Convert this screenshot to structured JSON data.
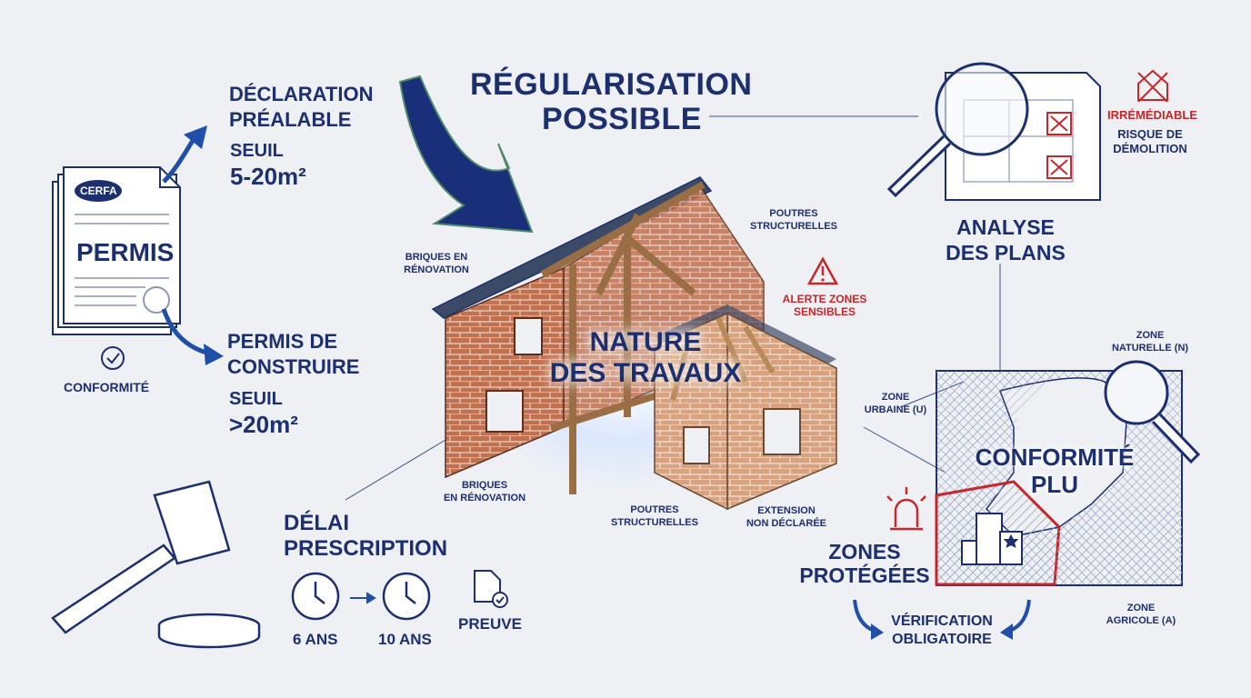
{
  "main_title": [
    "RÉGULARISATION",
    "POSSIBLE"
  ],
  "center": [
    "NATURE",
    "DES TRAVAUX"
  ],
  "left": {
    "cerfa_badge": "CERFA",
    "doc_title": "PERMIS",
    "conformite": "CONFORMITÉ",
    "declaration": [
      "DÉCLARATION",
      "PRÉALABLE"
    ],
    "seuil_dp": [
      "SEUIL",
      "5-20m²"
    ],
    "permis_construire": [
      "PERMIS DE",
      "CONSTRUIRE"
    ],
    "seuil_pc": [
      "SEUIL",
      ">20m²"
    ]
  },
  "house_labels": {
    "briques_top": [
      "BRIQUES EN",
      "RÉNOVATION"
    ],
    "poutres_top": [
      "POUTRES",
      "STRUCTURELLES"
    ],
    "briques_bottom": [
      "BRIQUES",
      "EN RÉNOVATION"
    ],
    "poutres_bottom": [
      "POUTRES",
      "STRUCTURELLES"
    ],
    "extension": [
      "EXTENSION",
      "NON DÉCLARÉE"
    ],
    "alerte": [
      "ALERTE ZONES",
      "SENSIBLES"
    ]
  },
  "bottom_left": {
    "delai": [
      "DÉLAI",
      "PRESCRIPTION"
    ],
    "six_ans": "6 ANS",
    "dix_ans": "10 ANS",
    "preuve": "PREUVE"
  },
  "right": {
    "irremediable": "IRRÉMÉDIABLE",
    "risque": [
      "RISQUE DE",
      "DÉMOLITION"
    ],
    "analyse": [
      "ANALYSE",
      "DES PLANS"
    ],
    "zone_naturelle": [
      "ZONE",
      "NATURELLE (N)"
    ],
    "zone_urbaine": [
      "ZONE",
      "URBAINE (U)"
    ],
    "conformite_plu": [
      "CONFORMITÉ",
      "PLU"
    ],
    "zones_protegees": [
      "ZONES",
      "PROTÉGÉES"
    ],
    "zone_agricole": [
      "ZONE",
      "AGRICOLE (A)"
    ],
    "verification": [
      "VÉRIFICATION",
      "OBLIGATOIRE"
    ]
  },
  "colors": {
    "navy": "#1c2f6e",
    "accent_blue": "#1f4fa8",
    "red": "#c8262a",
    "brick": "#b7664a",
    "wood": "#b88a5a"
  }
}
